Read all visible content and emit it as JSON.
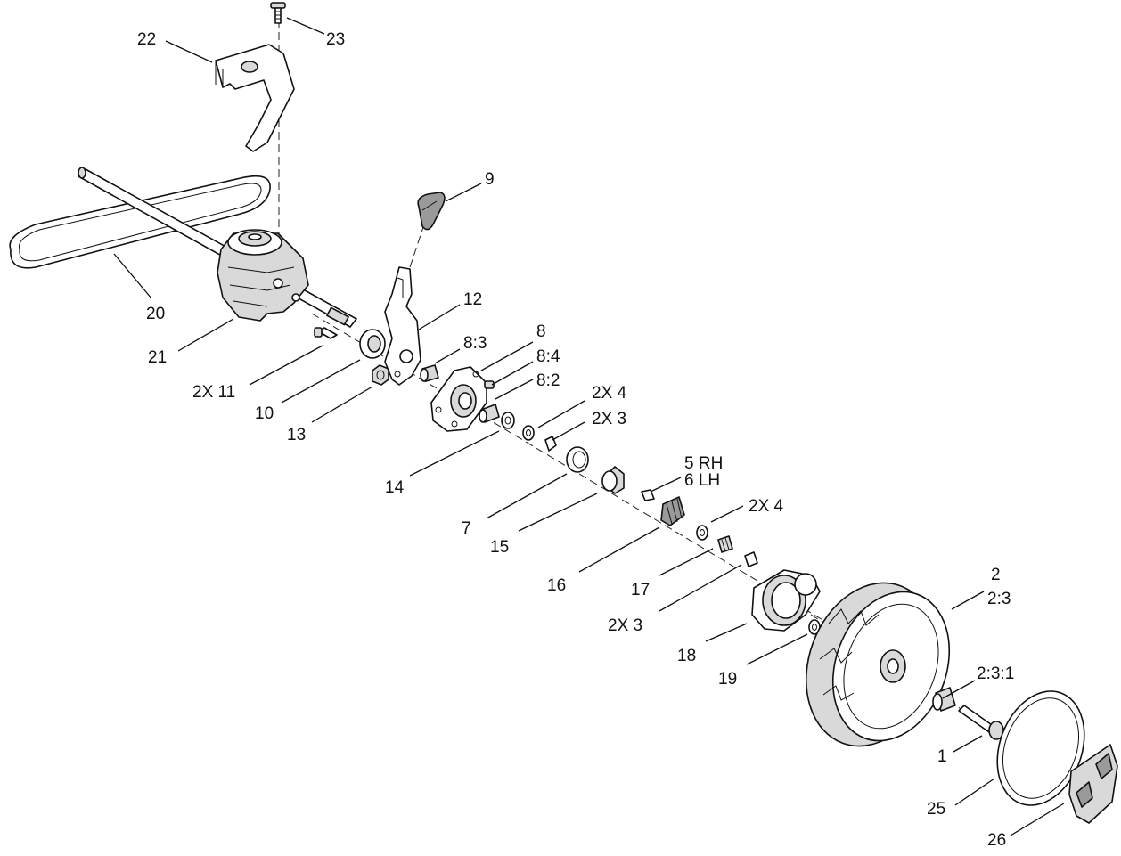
{
  "callouts": {
    "p1": "1",
    "p2": "2",
    "p2_3": "2:3",
    "p2_3_1": "2:3:1",
    "p2x3a": "2X 3",
    "p2x3b": "2X 3",
    "p2x4a": "2X 4",
    "p2x4b": "2X 4",
    "p2x11": "2X 11",
    "p5": "5 RH",
    "p6": "6 LH",
    "p7": "7",
    "p8": "8",
    "p8_2": "8:2",
    "p8_3": "8:3",
    "p8_4": "8:4",
    "p9": "9",
    "p10": "10",
    "p12": "12",
    "p13": "13",
    "p14": "14",
    "p15": "15",
    "p16": "16",
    "p17": "17",
    "p18": "18",
    "p19": "19",
    "p20": "20",
    "p21": "21",
    "p22": "22",
    "p23": "23",
    "p25": "25",
    "p26": "26"
  }
}
